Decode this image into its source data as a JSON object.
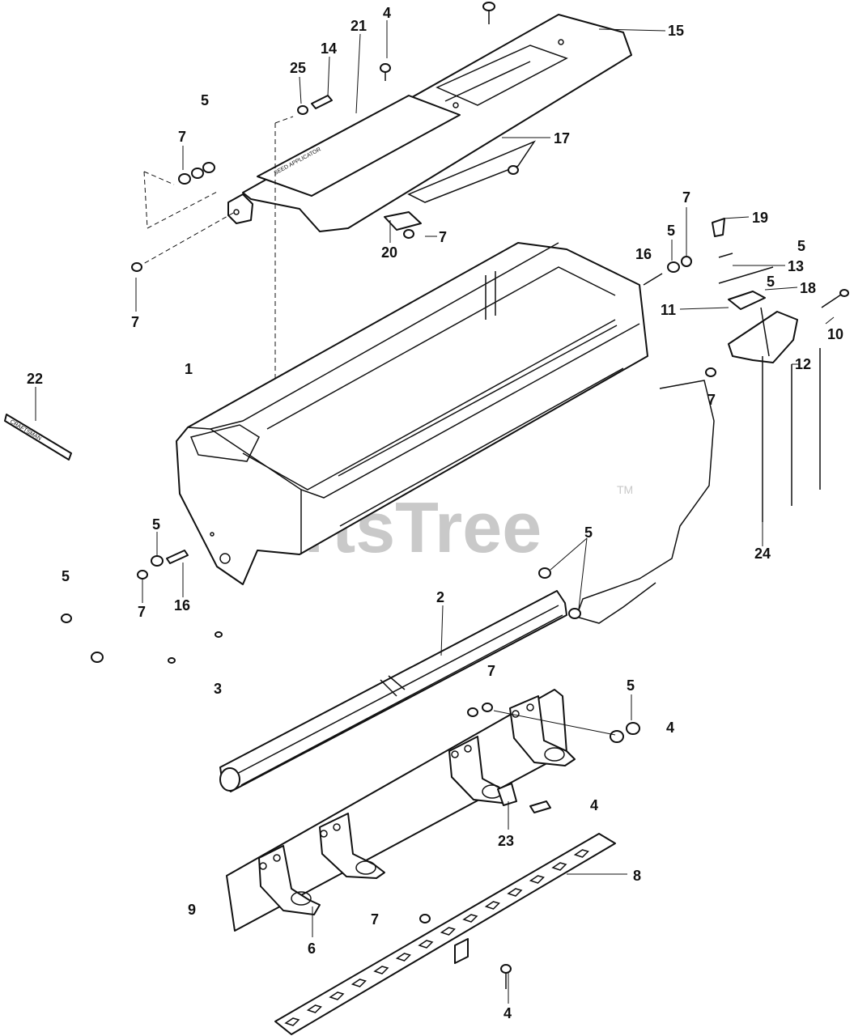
{
  "watermark": {
    "text": "PartsTree",
    "trademark": "TM"
  },
  "callouts": {
    "c4_top": "4",
    "c21": "21",
    "c15": "15",
    "c14": "14",
    "c25": "25",
    "c5_topleft": "5",
    "c7_left": "7",
    "c17": "17",
    "c20": "20",
    "c7_20": "7",
    "c7_bolt": "7",
    "c16_right": "16",
    "c5_right": "5",
    "c7_right": "7",
    "c19": "19",
    "c5_r1": "5",
    "c13": "13",
    "c5_r2": "5",
    "c18": "18",
    "c11": "11",
    "c10": "10",
    "c12": "12",
    "c7_cable": "7",
    "c24": "24",
    "c22": "22",
    "c1": "1",
    "c5_a": "5",
    "c5_b": "5",
    "c7_c": "7",
    "c16_left": "16",
    "c5_cable": "5",
    "c2": "2",
    "c3": "3",
    "c7_mid": "7",
    "c5_lower": "5",
    "c4_lower": "4",
    "c4_mid": "4",
    "c23": "23",
    "c8": "8",
    "c9": "9",
    "c7_bottom": "7",
    "c6": "6",
    "c4_bottom": "4"
  },
  "decals": {
    "seed_label": "SEED APPLICATOR",
    "side_label": "CRAFTSMAN"
  }
}
